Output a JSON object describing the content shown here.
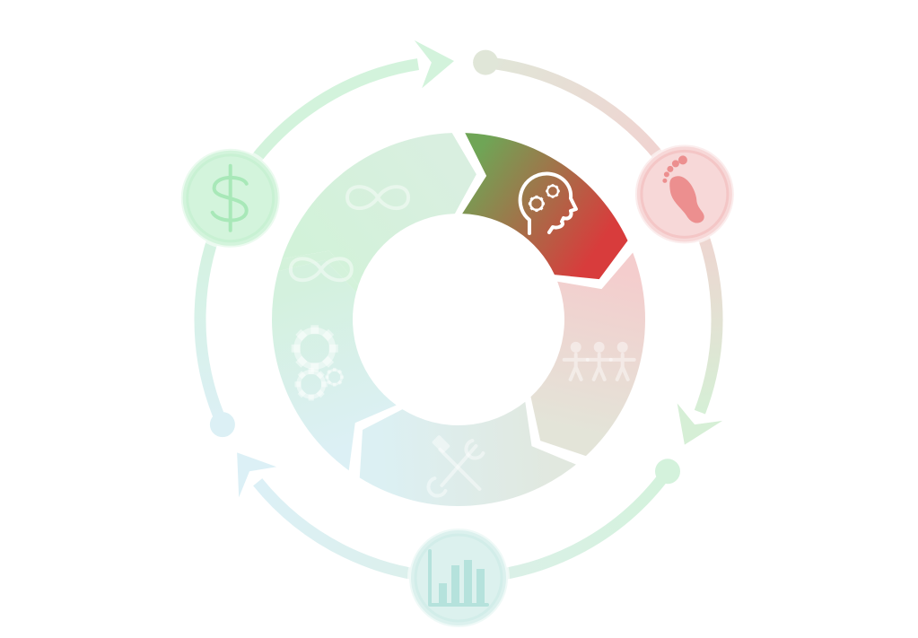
{
  "diagram": {
    "type": "cycle",
    "active_segment": 1,
    "segments": [
      {
        "icon": "infinity-icon",
        "color_start": "#d2f2d9",
        "color_end": "#d9efe0"
      },
      {
        "icon": "head-gears-icon",
        "color_start": "#6fa556",
        "color_end": "#d83c3c"
      },
      {
        "icon": "people-chain-icon",
        "color_start": "#f4cdcd",
        "color_end": "#e3e4d8"
      },
      {
        "icon": "tools-icon",
        "color_start": "#e1e8df",
        "color_end": "#dcf0f3"
      },
      {
        "icon": "gears-icon",
        "color_start": "#dcf0f5",
        "color_end": "#d4f1de"
      },
      {
        "icon": "infinity-icon-2",
        "color_start": "#d4f2db",
        "color_end": "#d2f2d9"
      }
    ],
    "outer_nodes": [
      {
        "icon": "dollar-icon",
        "fill": "#d3f4dc",
        "icon_color": "#a8e8b8"
      },
      {
        "icon": "footprint-icon",
        "fill": "#f7d8d8",
        "icon_color": "#ec8f8f"
      },
      {
        "icon": "bar-chart-icon",
        "fill": "#dcf1ee",
        "icon_color": "#b5e2dc"
      }
    ],
    "outer_arcs": [
      {
        "color_start": "#e0e6d8",
        "color_end": "#f4cfcf",
        "color_tail": "#d6efd6"
      },
      {
        "color_start": "#d4f2dc",
        "color_end": "#dcf0ea",
        "color_tail": "#dcf0f6"
      },
      {
        "color_start": "#dcf0f5",
        "color_end": "#d3f3dc",
        "color_tail": "#d3f3dc"
      }
    ]
  }
}
